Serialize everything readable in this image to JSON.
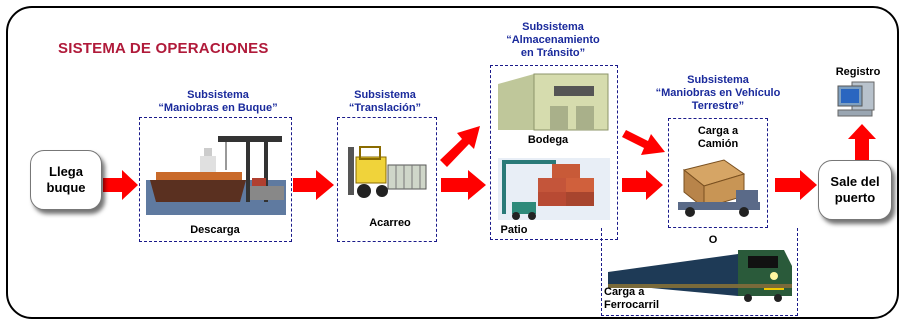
{
  "title": "SISTEMA DE OPERACIONES",
  "nodes": {
    "start": "Llega\nbuque",
    "end": "Sale del\npuerto"
  },
  "subsystems": {
    "buque": {
      "line1": "Subsistema",
      "line2": "“Maniobras en Buque”",
      "activity": "Descarga"
    },
    "traslacion": {
      "line1": "Subsistema",
      "line2": "“Translación”",
      "activity": "Acarreo"
    },
    "almacen": {
      "line1": "Subsistema",
      "line2": "“Almacenamiento",
      "line3": "en Tránsito”",
      "bodega": "Bodega",
      "patio": "Patio"
    },
    "vehiculo": {
      "line1": "Subsistema",
      "line2": "“Maniobras en Vehículo",
      "line3": "Terrestre”",
      "camion": "Carga a\nCamión",
      "o": "O",
      "ferrocarril": "Carga a\nFerrocarril"
    }
  },
  "registro": "Registro",
  "colors": {
    "arrow": "#ff0000",
    "title": "#b01a3a",
    "subsystem": "#1a2a9c",
    "dashed_border": "#1a1a8a"
  },
  "icons": [
    "ship-crane-icon",
    "forklift-icon",
    "warehouse-icon",
    "container-yard-icon",
    "truck-box-icon",
    "train-icon",
    "computer-icon"
  ]
}
